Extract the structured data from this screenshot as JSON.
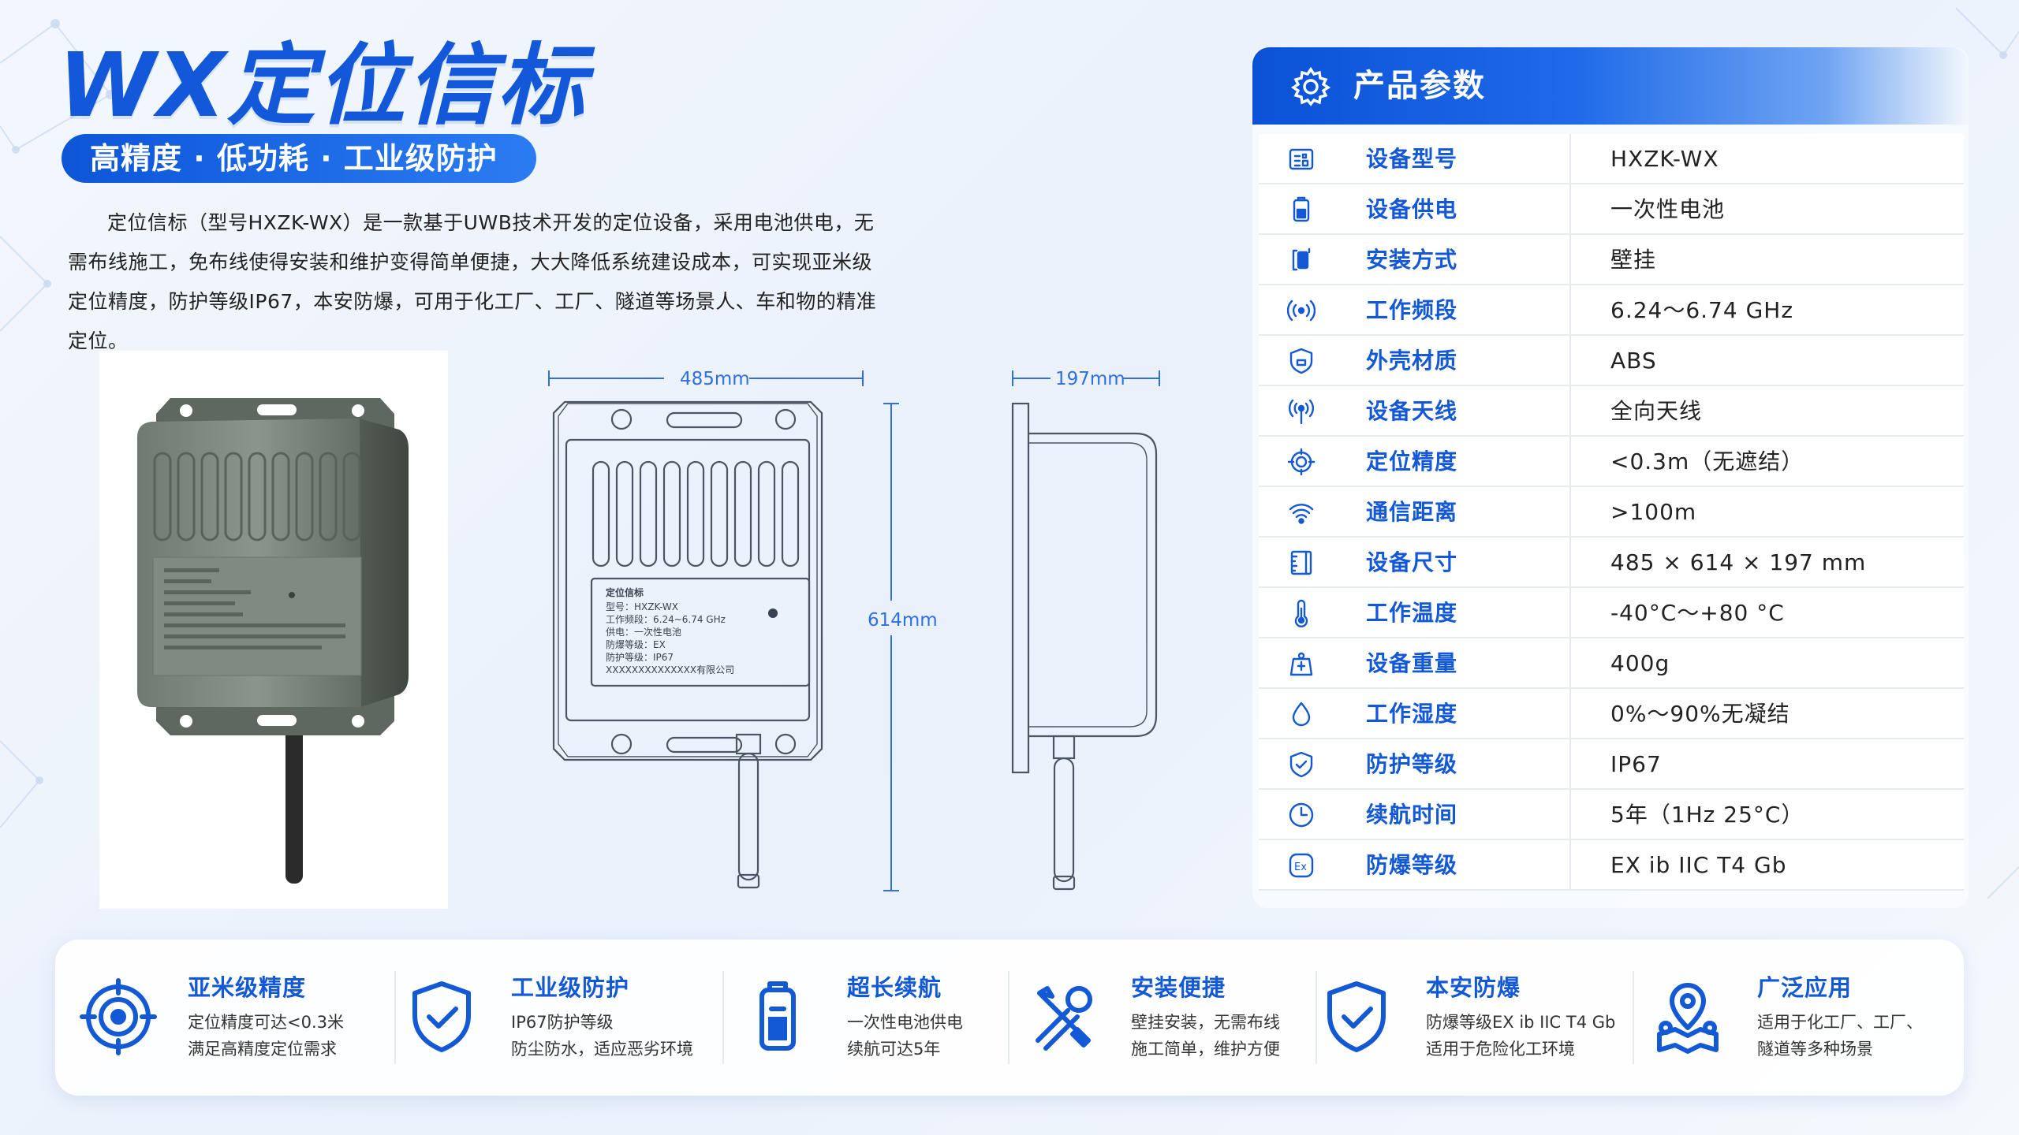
{
  "header": {
    "title": "WX定位信标",
    "subtitle": "高精度 · 低功耗 · 工业级防护",
    "intro": "定位信标（型号HXZK-WX）是一款基于UWB技术开发的定位设备，采用电池供电，无需布线施工，免布线使得安装和维护变得简单便捷，大大降低系统建设成本，可实现亚米级定位精度，防护等级IP67，本安防爆，可用于化工厂、工厂、隧道等场景人、车和物的精准定位。"
  },
  "device_label": {
    "name": "定位信标",
    "model": "型号：HXZK-WX",
    "band": "工作频段：6.24~6.74 GHz",
    "power": "供电：一次性电池",
    "ex": "防护等级：IP67",
    "ip": "防爆等级：EX",
    "maker": "XXXXXXXXXXXXXX有限公司"
  },
  "dimensions": {
    "width": "485mm",
    "height": "614mm",
    "depth": "197mm"
  },
  "spec": {
    "title": "产品参数",
    "rows": [
      {
        "icon": "id-card-icon",
        "key": "设备型号",
        "value": "HXZK-WX"
      },
      {
        "icon": "battery-icon",
        "key": "设备供电",
        "value": "一次性电池"
      },
      {
        "icon": "mount-icon",
        "key": "安装方式",
        "value": "壁挂"
      },
      {
        "icon": "radio-wave-icon",
        "key": "工作频段",
        "value": "6.24～6.74 GHz"
      },
      {
        "icon": "shield-icon",
        "key": "外壳材质",
        "value": "ABS"
      },
      {
        "icon": "antenna-icon",
        "key": "设备天线",
        "value": "全向天线"
      },
      {
        "icon": "target-icon",
        "key": "定位精度",
        "value": "<0.3m（无遮结）"
      },
      {
        "icon": "wifi-icon",
        "key": "通信距离",
        "value": ">100m"
      },
      {
        "icon": "ruler-icon",
        "key": "设备尺寸",
        "value": "485 × 614 × 197  mm"
      },
      {
        "icon": "thermometer-icon",
        "key": "工作温度",
        "value": "-40°C～+80 °C"
      },
      {
        "icon": "weight-icon",
        "key": "设备重量",
        "value": "400g"
      },
      {
        "icon": "droplet-icon",
        "key": "工作湿度",
        "value": "0%～90%无凝结"
      },
      {
        "icon": "shield-check-icon",
        "key": "防护等级",
        "value": "IP67"
      },
      {
        "icon": "clock-icon",
        "key": "续航时间",
        "value": "5年（1Hz 25°C）"
      },
      {
        "icon": "ex-icon",
        "key": "防爆等级",
        "value": "EX ib IIC T4 Gb"
      }
    ]
  },
  "features": [
    {
      "icon": "crosshair-icon",
      "title": "亚米级精度",
      "line1": "定位精度可达<0.3米",
      "line2": "满足高精度定位需求"
    },
    {
      "icon": "shield-check-icon",
      "title": "工业级防护",
      "line1": "IP67防护等级",
      "line2": "防尘防水，适应恶劣环境"
    },
    {
      "icon": "battery-icon",
      "title": "超长续航",
      "line1": "一次性电池供电",
      "line2": "续航可达5年"
    },
    {
      "icon": "tools-icon",
      "title": "安装便捷",
      "line1": "壁挂安装，无需布线",
      "line2": "施工简单，维护方便"
    },
    {
      "icon": "shield-check-icon",
      "title": "本安防爆",
      "line1": "防爆等级EX ib IIC T4 Gb",
      "line2": "适用于危险化工环境"
    },
    {
      "icon": "location-icon",
      "title": "广泛应用",
      "line1": "适用于化工厂、工厂、",
      "line2": "隧道等多种场景"
    }
  ],
  "colors": {
    "accent": "#1358d4",
    "title": "#1258d8",
    "device_body": "#7d877f"
  }
}
